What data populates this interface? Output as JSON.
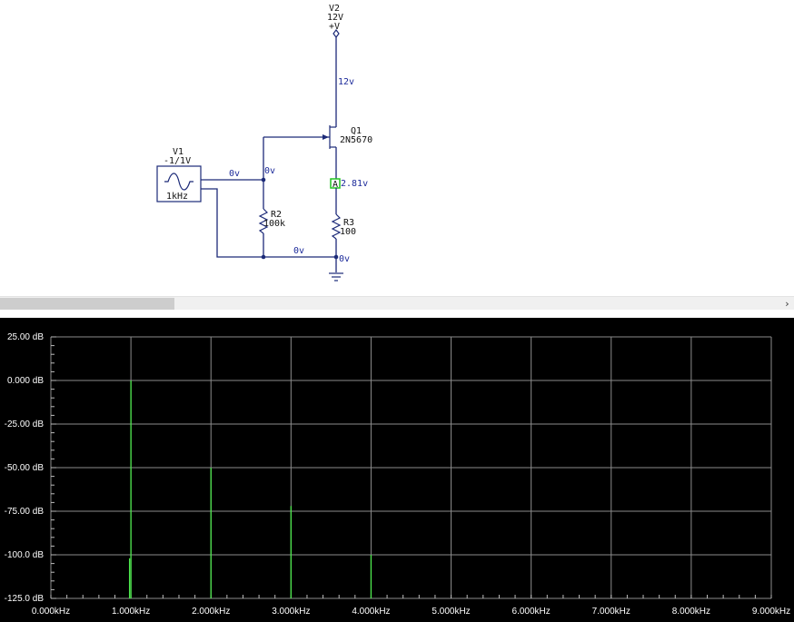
{
  "schematic": {
    "v2": {
      "name": "V2",
      "value": "12V",
      "terminal": "+V"
    },
    "v1": {
      "name": "V1",
      "value": "-1/1V",
      "freq": "1kHz"
    },
    "q1": {
      "name": "Q1",
      "model": "2N5670"
    },
    "r2": {
      "name": "R2",
      "value": "100k"
    },
    "r3": {
      "name": "R3",
      "value": "100"
    },
    "nets": {
      "drain": "12v",
      "source": "2.81v",
      "v1_out": "0v",
      "gate": "0v",
      "bottom": "0v",
      "ground": "0v"
    },
    "probe_label": "A"
  },
  "scrollbar": {
    "arrow": "›"
  },
  "chart_data": {
    "type": "bar",
    "title": "",
    "xlabel": "",
    "ylabel": "",
    "ylim": [
      -125,
      25
    ],
    "xlim": [
      0,
      9
    ],
    "grid": true,
    "y_ticks": [
      "25.00 dB",
      "0.000 dB",
      "-25.00 dB",
      "-50.00 dB",
      "-75.00 dB",
      "-100.0 dB",
      "-125.0 dB"
    ],
    "y_tick_values": [
      25,
      0,
      -25,
      -50,
      -75,
      -100,
      -125
    ],
    "x_ticks": [
      "0.000kHz",
      "1.000kHz",
      "2.000kHz",
      "3.000kHz",
      "4.000kHz",
      "5.000kHz",
      "6.000kHz",
      "7.000kHz",
      "8.000kHz",
      "9.000kHz"
    ],
    "x_tick_values": [
      0,
      1,
      2,
      3,
      4,
      5,
      6,
      7,
      8,
      9
    ],
    "series": [
      {
        "x": [
          0,
          1,
          2,
          3,
          4
        ],
        "values": [
          -125,
          0,
          -50,
          -72,
          -100
        ],
        "color": "#4de84d"
      }
    ]
  }
}
